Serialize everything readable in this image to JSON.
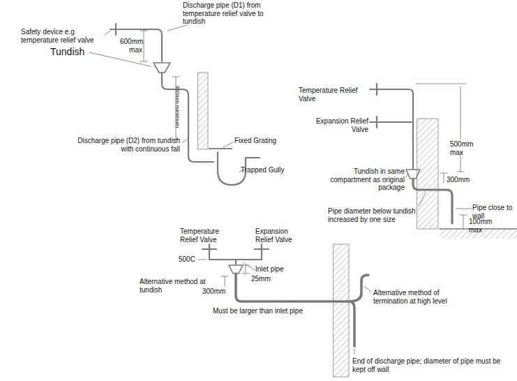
{
  "diagram": {
    "labels": [
      "Discharge pipe (D1) from temperature relief valve to tundish",
      "Safety device e.g temperature relief valve",
      "600mm max",
      "Tundish",
      "300mm minimum",
      "Discharge pipe (D2) from tundish with continuous fall",
      "Fixed Grating",
      "Trapped Gully",
      "Temperature Relief Valve",
      "Expansion Relief Valve",
      "500mm max",
      "Tundish in same compartment as original package",
      "300mm",
      "Pipe diameter below tundish increased by one size",
      "Pipe close to wall",
      "100mm max",
      "Temperature Relief Valve",
      "Expansion Relief Valve",
      "500C",
      "Inlet pipe",
      "25mm",
      "Alternative method at tundish",
      "300mm",
      "Must be larger than inlet pipe",
      "Alternative method of termination at high level",
      "End of discharge pipe; diameter of pipe must be kept off wall"
    ]
  }
}
